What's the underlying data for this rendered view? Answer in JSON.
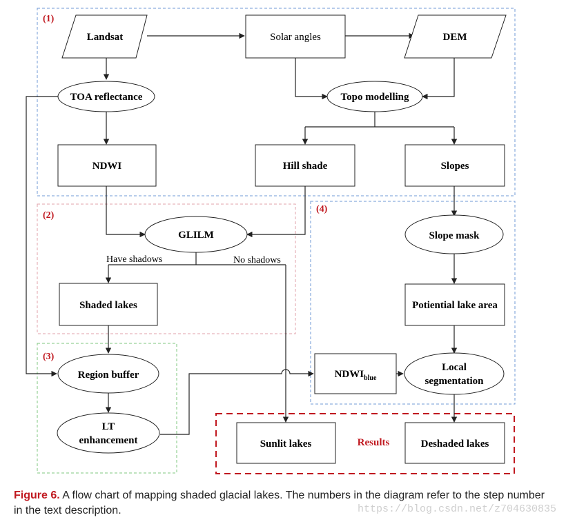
{
  "steps": [
    "(1)",
    "(2)",
    "(3)",
    "(4)"
  ],
  "nodes": {
    "landsat": "Landsat",
    "solar_angles": "Solar angles",
    "dem": "DEM",
    "toa": "TOA reflectance",
    "topo": "Topo modelling",
    "ndwi": "NDWI",
    "hill_shade": "Hill shade",
    "slopes": "Slopes",
    "glilm": "GLILM",
    "slope_mask": "Slope mask",
    "shaded_lakes": "Shaded lakes",
    "potential_area": "Potiential lake area",
    "region_buffer": "Region buffer",
    "ndwi_blue_main": "NDWI",
    "ndwi_blue_sub": "blue",
    "local_seg_1": "Local",
    "local_seg_2": "segmentation",
    "lt_1": "LT",
    "lt_2": "enhancement",
    "sunlit": "Sunlit lakes",
    "deshaded": "Deshaded lakes"
  },
  "edge_labels": {
    "have_shadows": "Have  shadows",
    "no_shadows": "No shadows"
  },
  "results_label": "Results",
  "caption": {
    "figure_label": "Figure 6.",
    "text": " A flow chart of mapping shaded glacial lakes. The numbers in the diagram refer to the step number in the text description."
  },
  "watermark": "https://blog.csdn.net/z704630835",
  "colors": {
    "step1_border": "#6f9ad6",
    "step2_border": "#e0a0a8",
    "step3_border": "#7fc77f",
    "step4_border": "#6f9ad6",
    "results_border": "#c0181f",
    "accent_red": "#c0181f"
  }
}
